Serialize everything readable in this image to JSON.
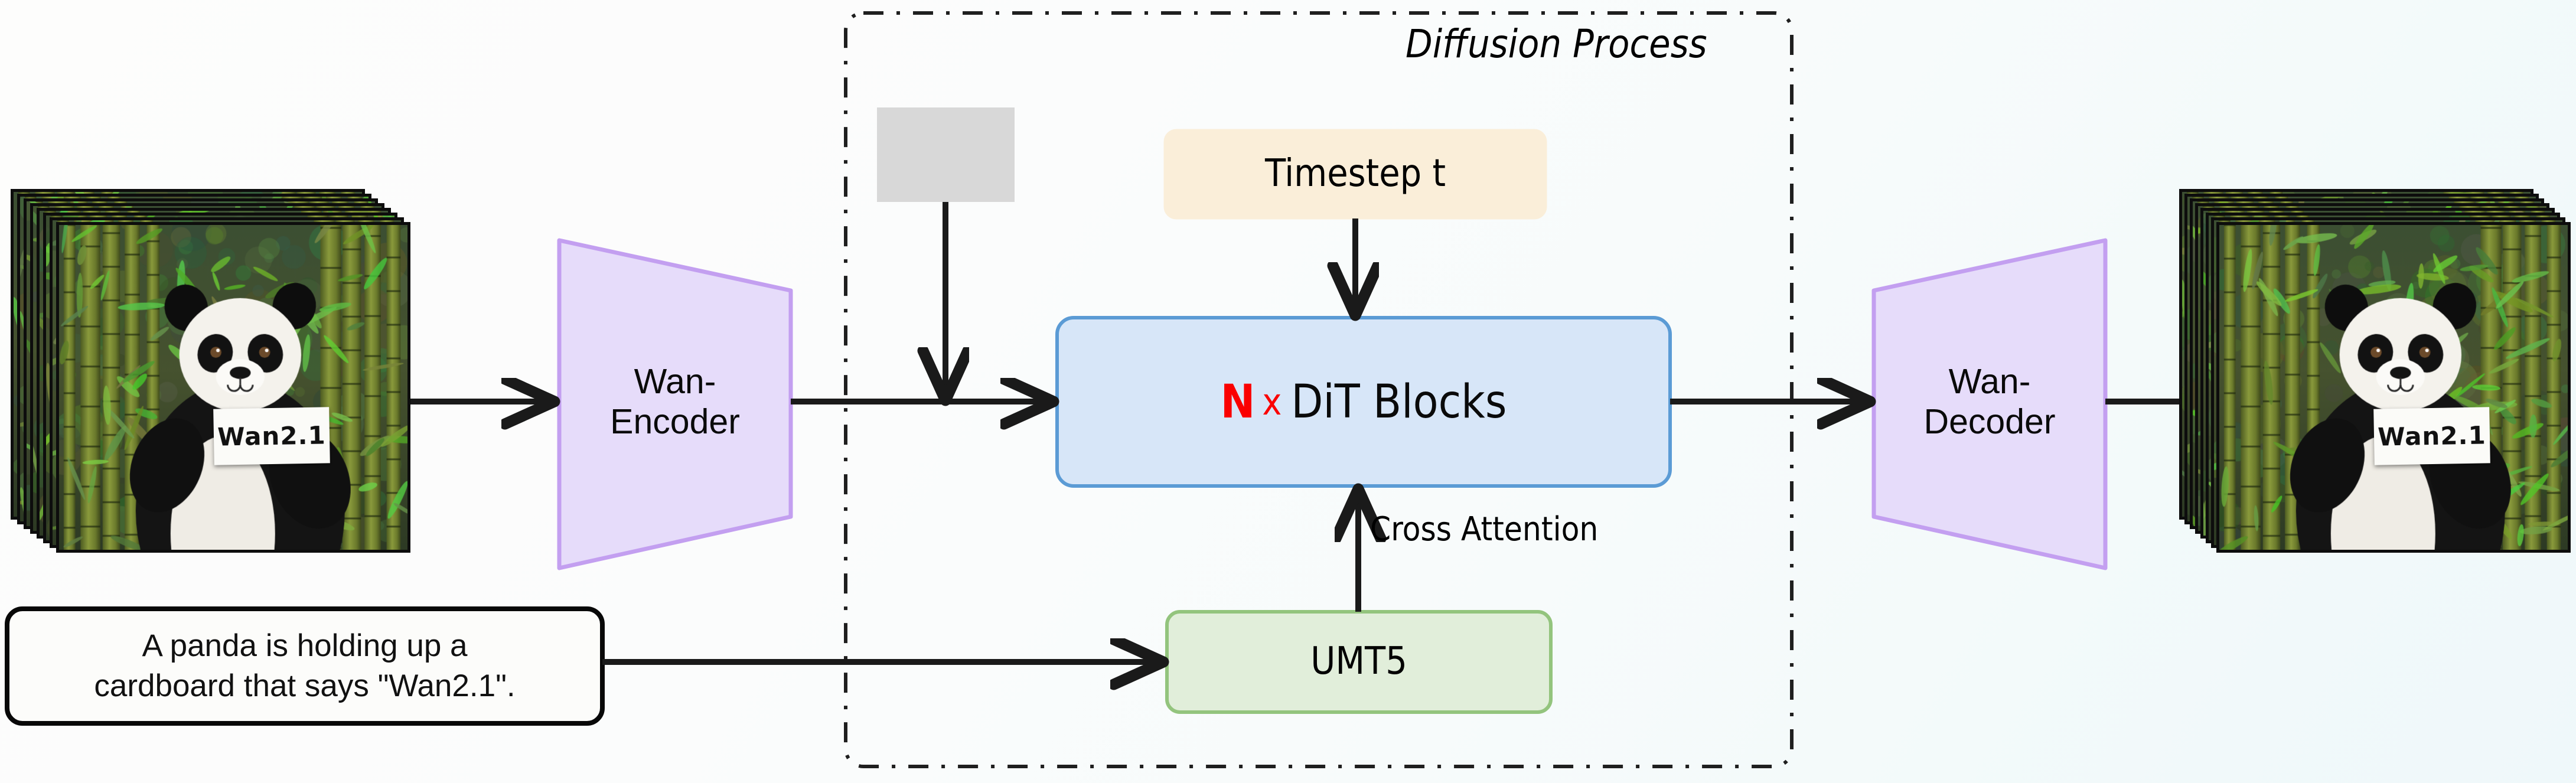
{
  "diagram": {
    "title": "Diffusion Process",
    "background_from": "#fdfdfc",
    "background_to": "#eff8fa"
  },
  "nodes": {
    "input_video": {
      "name": "input-video-stack",
      "frames": 8,
      "sign_text": "Wan2.1"
    },
    "prompt": {
      "line1": "A panda is holding up a",
      "line2": "cardboard that says \"Wan2.1\".",
      "border_color": "#000000",
      "fill": "#fcfcfa"
    },
    "encoder": {
      "line1": "Wan-",
      "line2": "Encoder",
      "fill": "#e6dcfa",
      "stroke": "#c39ff0"
    },
    "noise": {
      "label": "noise-latent-patch"
    },
    "timestep": {
      "label": "Timestep t",
      "fill": "#faeed9",
      "stroke": "#faeed9"
    },
    "dit": {
      "prefix": "N",
      "multiplier": "x",
      "label": "DiT Blocks",
      "prefix_color": "#fa0000",
      "multiplier_color": "#fa0000",
      "fill": "#d7e6f8",
      "stroke": "#5b9bd5"
    },
    "umt5": {
      "label": "UMT5",
      "fill": "#e1eeda",
      "stroke": "#93c47d"
    },
    "decoder": {
      "line1": "Wan-",
      "line2": "Decoder",
      "fill": "#e6dcfa",
      "stroke": "#c39ff0"
    },
    "output_video": {
      "name": "output-video-stack",
      "frames": 8,
      "sign_text": "Wan2.1"
    }
  },
  "edges": {
    "cross_attention": "Cross Attention"
  }
}
